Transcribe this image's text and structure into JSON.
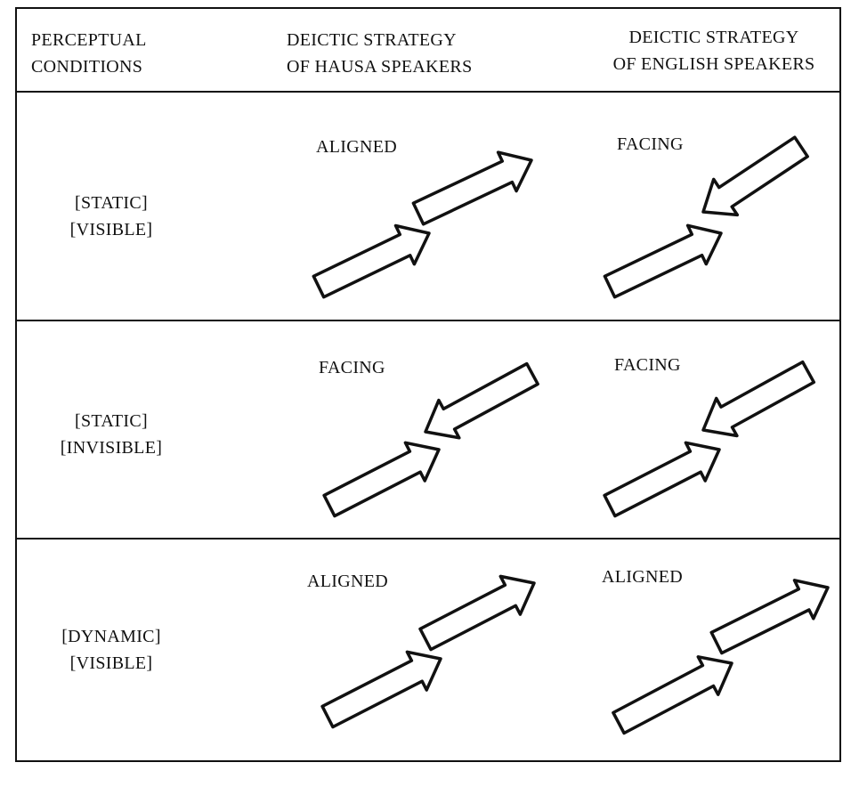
{
  "header": {
    "col1": [
      "PERCEPTUAL",
      "CONDITIONS"
    ],
    "col2": [
      "DEICTIC STRATEGY",
      "OF HAUSA SPEAKERS"
    ],
    "col3": [
      "DEICTIC STRATEGY",
      "OF ENGLISH SPEAKERS"
    ]
  },
  "rows": [
    {
      "condition": [
        "[STATIC]",
        "[VISIBLE]"
      ],
      "hausa": "ALIGNED",
      "english": "FACING"
    },
    {
      "condition": [
        "[STATIC]",
        "[INVISIBLE]"
      ],
      "hausa": "FACING",
      "english": "FACING"
    },
    {
      "condition": [
        "[DYNAMIC]",
        "[VISIBLE]"
      ],
      "hausa": "ALIGNED",
      "english": "ALIGNED"
    }
  ]
}
